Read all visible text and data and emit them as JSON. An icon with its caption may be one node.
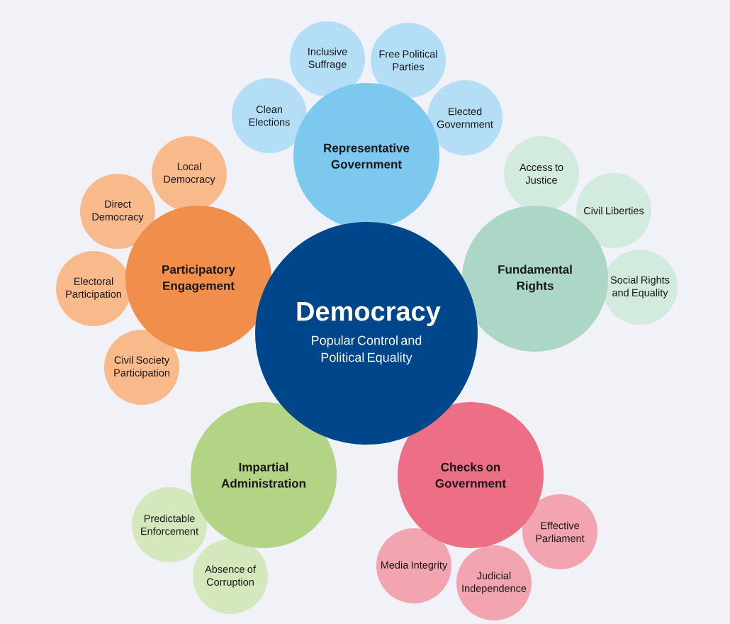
{
  "diagram": {
    "nodes": [
      {
        "text": [
          "Democracy",
          "Popular Control and Political Equality"
        ]
      },
      {
        "text": [
          "Representative Government"
        ]
      },
      {
        "text": [
          "Clean Elections"
        ]
      },
      {
        "text": [
          "Inclusive Suffrage"
        ]
      },
      {
        "text": [
          "Free Political Parties"
        ]
      },
      {
        "text": [
          "Elected Government"
        ]
      },
      {
        "text": [
          "Fundamental Rights"
        ]
      },
      {
        "text": [
          "Access to Justice"
        ]
      },
      {
        "text": [
          "Civil Liberties"
        ]
      },
      {
        "text": [
          "Social Rights and Equality"
        ]
      },
      {
        "text": [
          "Checks on Government"
        ]
      },
      {
        "text": [
          "Effective Parliament"
        ]
      },
      {
        "text": [
          "Judicial Independence"
        ]
      },
      {
        "text": [
          "Media Integrity"
        ]
      },
      {
        "text": [
          "Impartial Administration"
        ]
      },
      {
        "text": [
          "Predictable Enforcement"
        ]
      },
      {
        "text": [
          "Absence of Corruption"
        ]
      },
      {
        "text": [
          "Participatory Engagement"
        ]
      },
      {
        "text": [
          "Local Democracy"
        ]
      },
      {
        "text": [
          "Direct Democracy"
        ]
      },
      {
        "text": [
          "Electoral Participation"
        ]
      },
      {
        "text": [
          "Civil Society Participation"
        ]
      }
    ]
  }
}
